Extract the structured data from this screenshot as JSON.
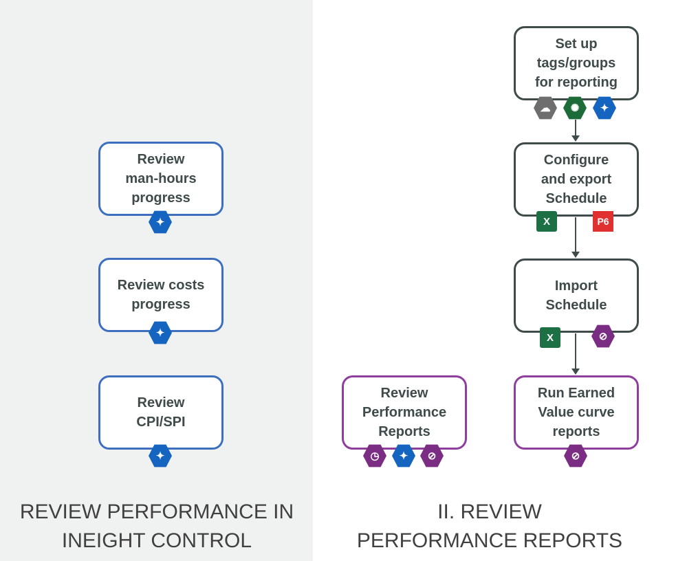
{
  "left_section": {
    "boxes": [
      {
        "text": "Review\nman-hours\nprogress",
        "icons": [
          "control-icon"
        ]
      },
      {
        "text": "Review costs\nprogress",
        "icons": [
          "control-icon"
        ]
      },
      {
        "text": "Review\nCPI/SPI",
        "icons": [
          "control-icon"
        ]
      }
    ],
    "title": "REVIEW PERFORMANCE IN\nINEIGHT CONTROL"
  },
  "right_section": {
    "boxes": [
      {
        "text": "Set up\ntags/groups\nfor reporting",
        "icons": [
          "cloud-icon",
          "schedule-clock-icon",
          "control-icon"
        ]
      },
      {
        "text": "Configure\nand export\nSchedule",
        "icons": [
          "excel-icon",
          "p6-icon"
        ]
      },
      {
        "text": "Import\nSchedule",
        "icons": [
          "excel-icon",
          "report-icon"
        ]
      },
      {
        "text": "Run Earned\nValue curve\nreports",
        "icons": [
          "report-icon"
        ]
      },
      {
        "text": "Review\nPerformance\nReports",
        "icons": [
          "report-time-icon",
          "control-icon",
          "report-icon"
        ]
      }
    ],
    "icon_labels": {
      "excel": "X",
      "p6": "P6"
    },
    "title": "II. REVIEW\nPERFORMANCE REPORTS"
  },
  "colors": {
    "blue_border": "#3e6fbf",
    "purple_border": "#8e3f9e",
    "dark_border": "#3f4a4a",
    "left_background": "#f0f2f1"
  }
}
